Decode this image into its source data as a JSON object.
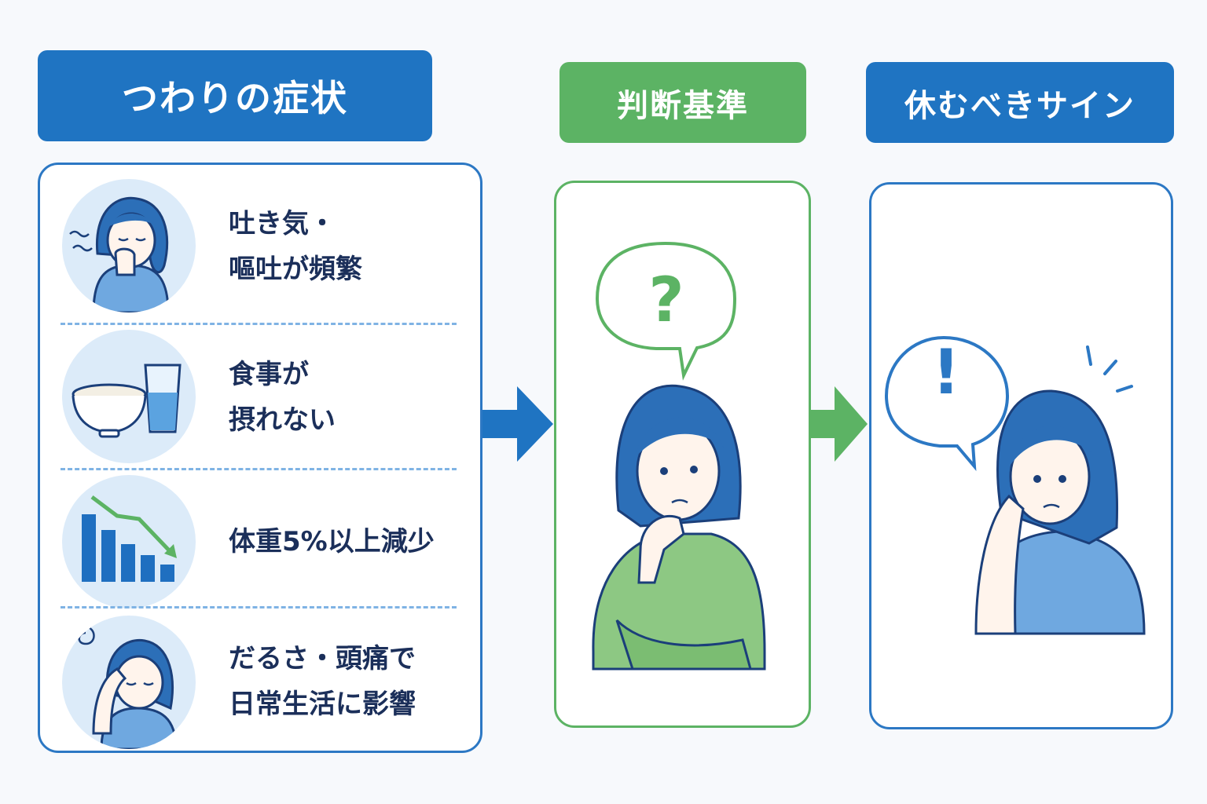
{
  "headers": {
    "symptoms": "つわりの症状",
    "criteria": "判断基準",
    "rest_signs": "休むべきサイン"
  },
  "symptoms": [
    {
      "icon": "nausea-woman-icon",
      "text": "吐き気・\n嘔吐が頻繁"
    },
    {
      "icon": "rice-bowl-and-water-glass-icon",
      "text": "食事が\n摂れない"
    },
    {
      "icon": "declining-bar-chart-icon",
      "text": "体重5%以上減少"
    },
    {
      "icon": "dizzy-woman-icon",
      "text": "だるさ・頭痛で\n日常生活に影響"
    }
  ],
  "criteria_bubble": "?",
  "rest_bubble": "!",
  "colors": {
    "blue": "#1f74c2",
    "green": "#5cb364",
    "text": "#1b2f5a",
    "light_blue": "#dcebf9"
  }
}
